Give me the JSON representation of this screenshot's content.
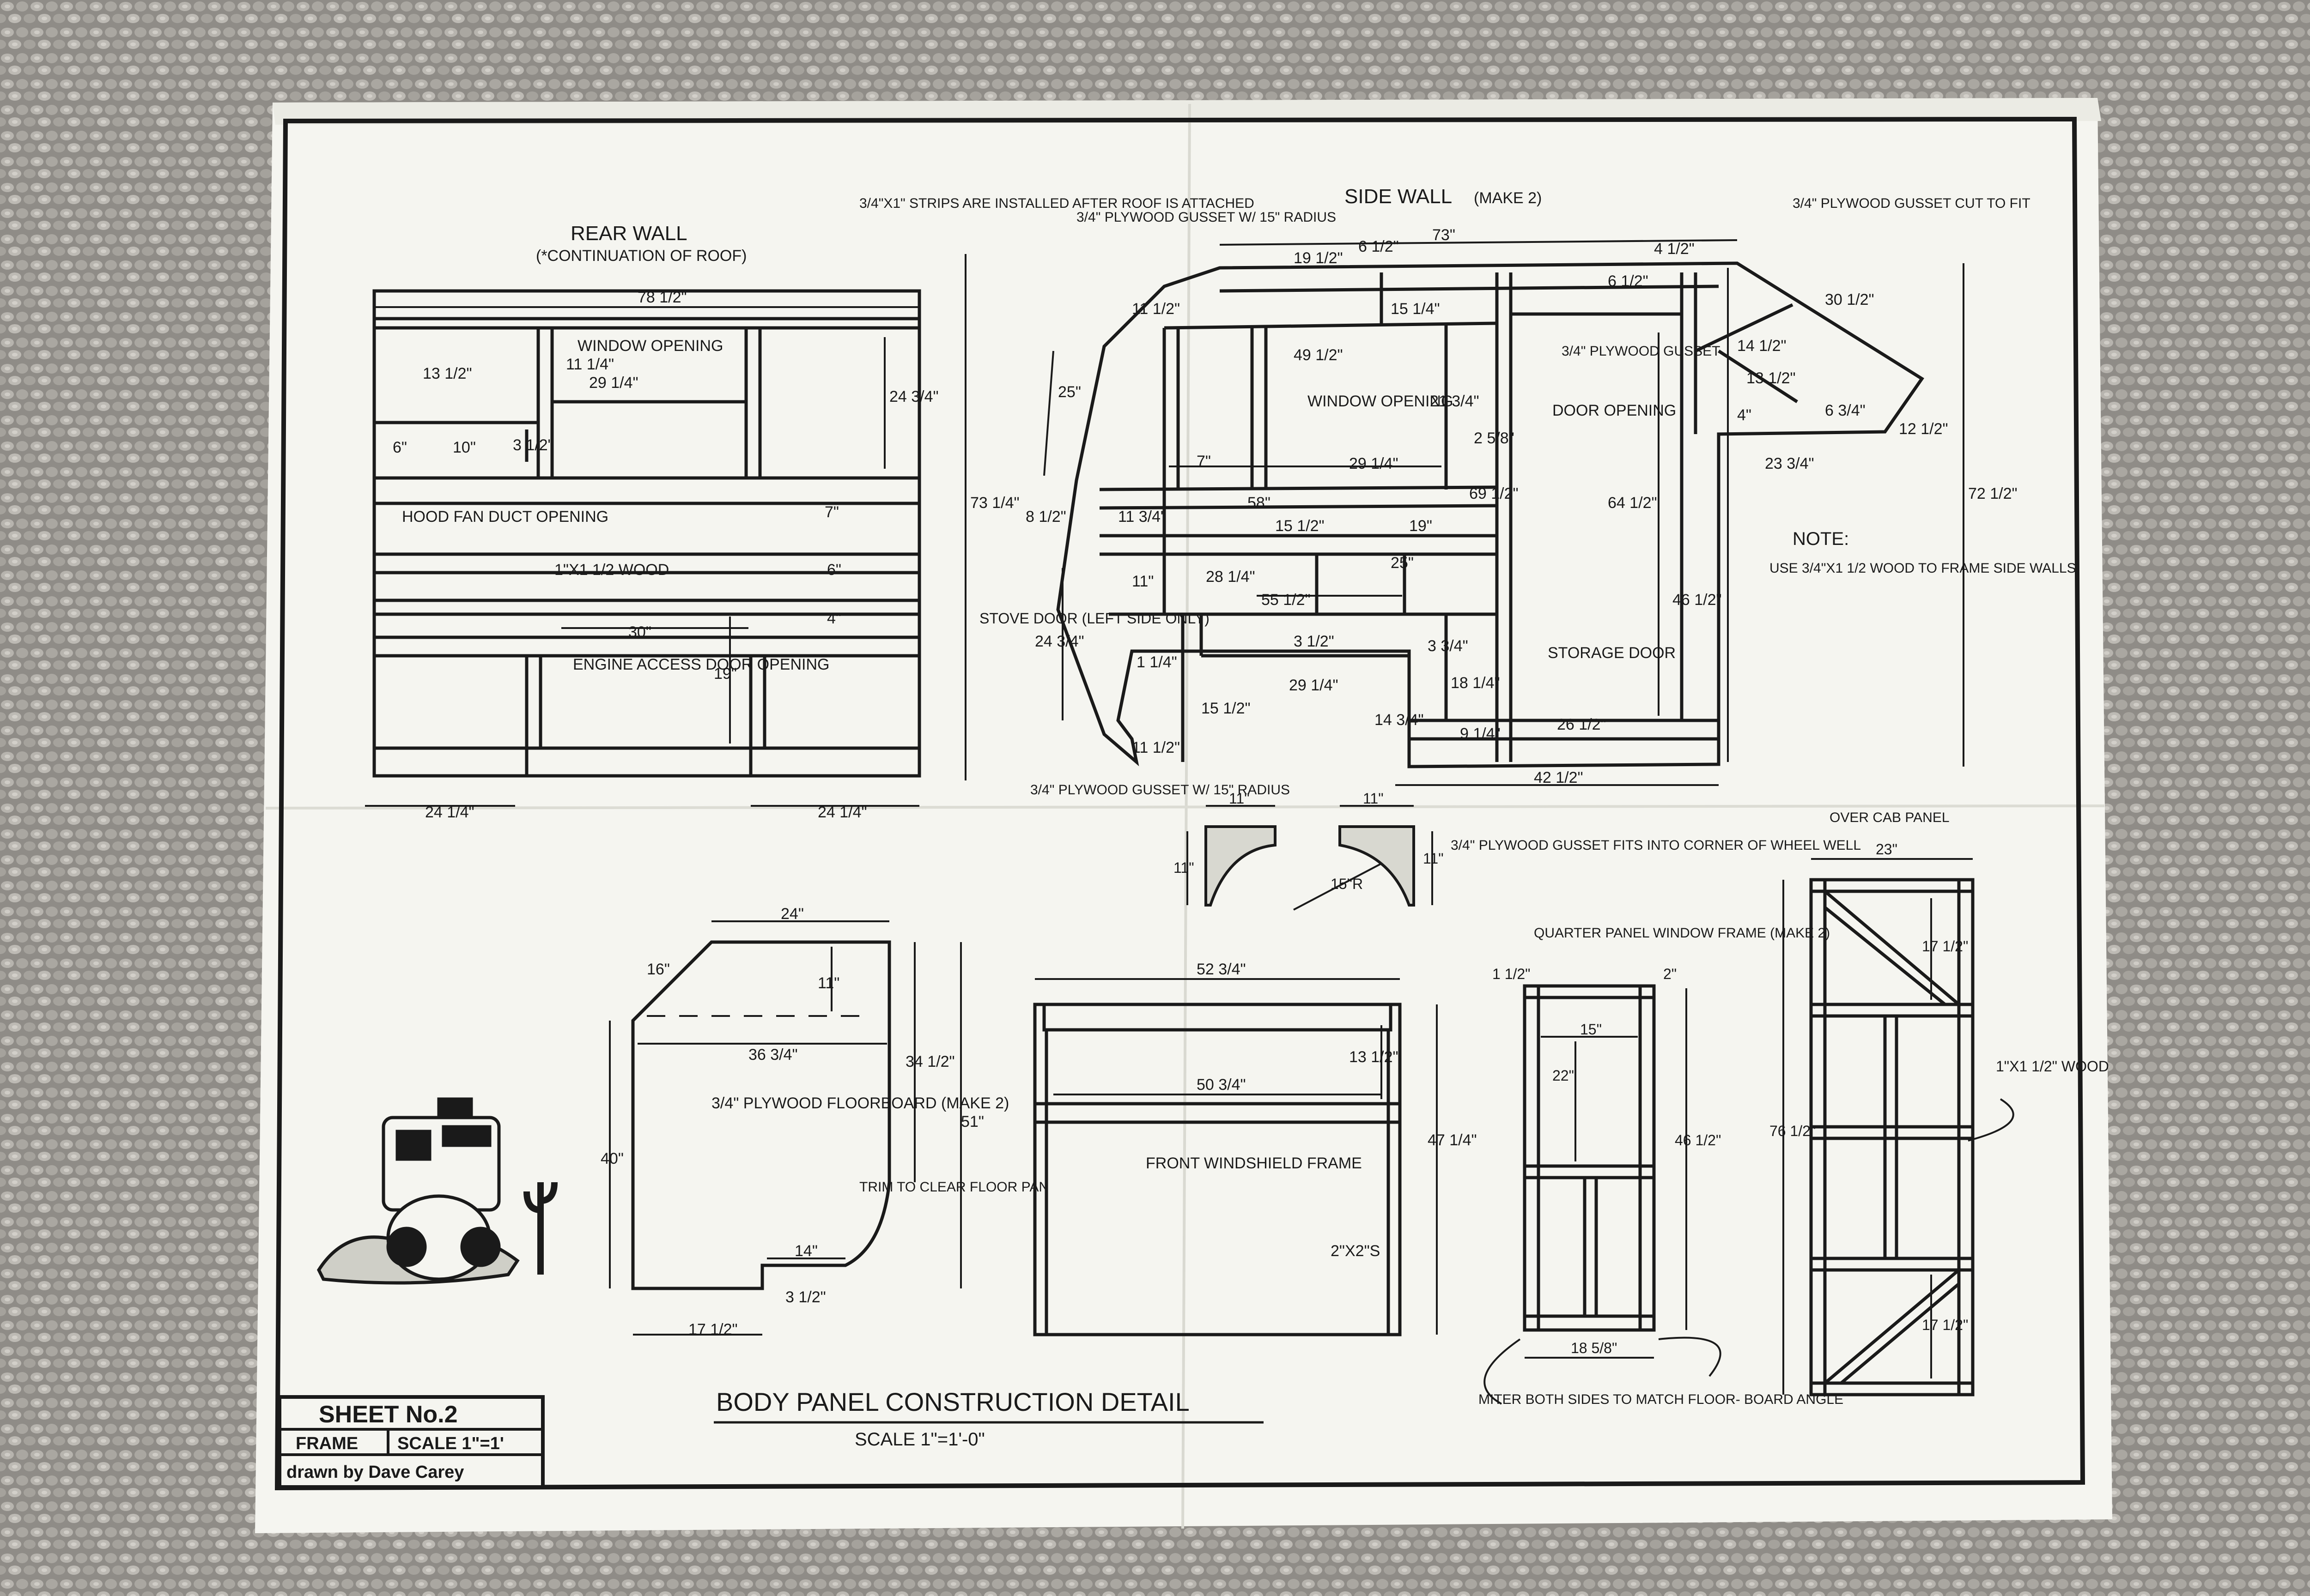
{
  "image": {
    "subject": "folded paper blueprint lying on carpet",
    "colors": {
      "carpet": "#8d8b86",
      "carpet_light": "#b9b6b0",
      "paper": "#f6f6f1",
      "paper_shade": "#e6e6df",
      "ink": "#1a1a1a"
    }
  },
  "drawing": {
    "title": "BODY PANEL CONSTRUCTION DETAIL",
    "scale": "SCALE 1\"=1'-0\"",
    "title_block": {
      "sheet": "SHEET No.2",
      "frame": "FRAME",
      "scale": "SCALE  1\"=1'",
      "drawn_by": "drawn by Dave Carey"
    },
    "rear_wall": {
      "title": "REAR WALL",
      "subtitle": "(*CONTINUATION OF ROOF)",
      "strips_note": "3/4\"X1\" STRIPS ARE INSTALLED AFTER ROOF IS ATTACHED",
      "window": "WINDOW OPENING",
      "hood": "HOOD FAN DUCT OPENING",
      "wood": "1\"X1 1/2 WOOD",
      "engine": "ENGINE ACCESS DOOR OPENING",
      "dims": [
        "78 1/2\"",
        "13 1/2\"",
        "11 1/4\"",
        "29 1/4\"",
        "24 3/4\"",
        "73 1/4\"",
        "6\"",
        "10\"",
        "3 1/2\"",
        "7\"",
        "6\"",
        "4\"",
        "30\"",
        "19\"",
        "24 1/4\"",
        "24 1/4\""
      ]
    },
    "side_wall": {
      "title": "SIDE WALL",
      "make": "(MAKE 2)",
      "gusset_top": "3/4\" PLYWOOD GUSSET W/ 15\" RADIUS",
      "gusset_right": "3/4\" PLYWOOD GUSSET CUT TO FIT",
      "gusset_mid": "3/4\" PLYWOOD GUSSET",
      "window": "WINDOW OPENING",
      "door": "DOOR OPENING",
      "stove": "STOVE DOOR (LEFT SIDE ONLY)",
      "storage": "STORAGE DOOR",
      "note_title": "NOTE:",
      "note": "USE 3/4\"X1 1/2 WOOD TO FRAME SIDE WALLS",
      "gusset_bottom": "3/4\" PLYWOOD GUSSET W/ 15\" RADIUS",
      "dims": [
        "73\"",
        "4 1/2\"",
        "19 1/2\"",
        "6 1/2\"",
        "15 1/4\"",
        "6 1/2\"",
        "30 1/2\"",
        "11 1/2\"",
        "25\"",
        "49 1/2\"",
        "21 3/4\"",
        "14 1/2\"",
        "13 1/2\"",
        "6 3/4\"",
        "12 1/2\"",
        "4\"",
        "7\"",
        "29 1/4\"",
        "2 5/8\"",
        "23 3/4\"",
        "69 1/2\"",
        "64 1/2\"",
        "72 1/2\"",
        "8 1/2\"",
        "11 3/4\"",
        "58\"",
        "15 1/2\"",
        "19\"",
        "11\"",
        "28 1/4\"",
        "25\"",
        "55 1/2\"",
        "46 1/2\"",
        "24 3/4\"",
        "3 1/2\"",
        "3 3/4\"",
        "1 1/4\"",
        "29 1/4\"",
        "18 1/4\"",
        "15 1/2\"",
        "14 3/4\"",
        "9 1/4\"",
        "26 1/2\"",
        "11 1/2\"",
        "42 1/2\""
      ]
    },
    "wheel_gusset": {
      "note": "3/4\" PLYWOOD GUSSET FITS INTO CORNER OF WHEEL WELL",
      "dims": [
        "11\"",
        "11\"",
        "11\"",
        "11\"",
        "15\"R"
      ]
    },
    "floorboard": {
      "label": "3/4\" PLYWOOD FLOORBOARD (MAKE 2)",
      "trim": "TRIM TO CLEAR FLOOR PAN",
      "dims": [
        "16\"",
        "24\"",
        "11\"",
        "36 3/4\"",
        "34 1/2\"",
        "51\"",
        "40\"",
        "14\"",
        "3 1/2\"",
        "17 1/2\""
      ]
    },
    "windshield": {
      "label": "FRONT WINDSHIELD FRAME",
      "dims": [
        "52 3/4\"",
        "13 1/2\"",
        "50 3/4\"",
        "47 1/4\"",
        "2\"X2\"S"
      ]
    },
    "quarter_panel": {
      "title": "QUARTER PANEL WINDOW FRAME (MAKE 2)",
      "miter": "MITER BOTH SIDES TO MATCH FLOOR- BOARD ANGLE",
      "dims": [
        "1 1/2\"",
        "2\"",
        "15\"",
        "22\"",
        "46 1/2\"",
        "18 5/8\""
      ]
    },
    "over_cab": {
      "title": "OVER CAB PANEL",
      "wood": "1\"X1 1/2\" WOOD",
      "dims": [
        "23\"",
        "17 1/2\"",
        "76 1/2\"",
        "17 1/2\""
      ]
    }
  }
}
